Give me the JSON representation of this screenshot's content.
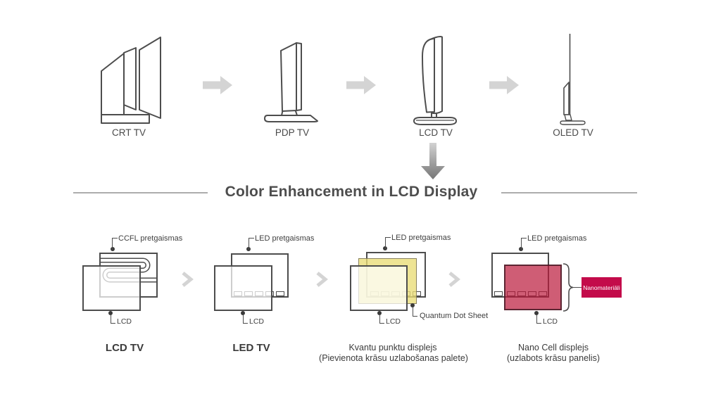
{
  "header": {
    "evolution": [
      {
        "label": "CRT TV"
      },
      {
        "label": "PDP TV"
      },
      {
        "label": "LCD TV"
      },
      {
        "label": "OLED TV"
      }
    ]
  },
  "section": {
    "title": "Color Enhancement in LCD Display"
  },
  "diagrams": [
    {
      "title": "LCD TV",
      "backlight_label": "CCFL pretgaismas",
      "panel_label": "LCD"
    },
    {
      "title": "LED TV",
      "backlight_label": "LED pretgaismas",
      "panel_label": "LCD"
    },
    {
      "title": "Kvantu punktu displejs",
      "subtitle": "(Pievienota krāsu uzlabošanas palete)",
      "backlight_label": "LED pretgaismas",
      "panel_label": "LCD",
      "sheet_label": "Quantum Dot Sheet"
    },
    {
      "title": "Nano Cell displejs",
      "subtitle": "(uzlabots krāsu panelis)",
      "backlight_label": "LED pretgaismas",
      "panel_label": "LCD",
      "badge_label": "Nanomateriāli"
    }
  ],
  "colors": {
    "outline_gray": "#4d4d4d",
    "arrow_gray": "#d4d4d4",
    "badge_red": "#c30b4a",
    "quantum_sheet_yellow": "#e9dd76",
    "nano_overlay_red": "#c85162"
  }
}
